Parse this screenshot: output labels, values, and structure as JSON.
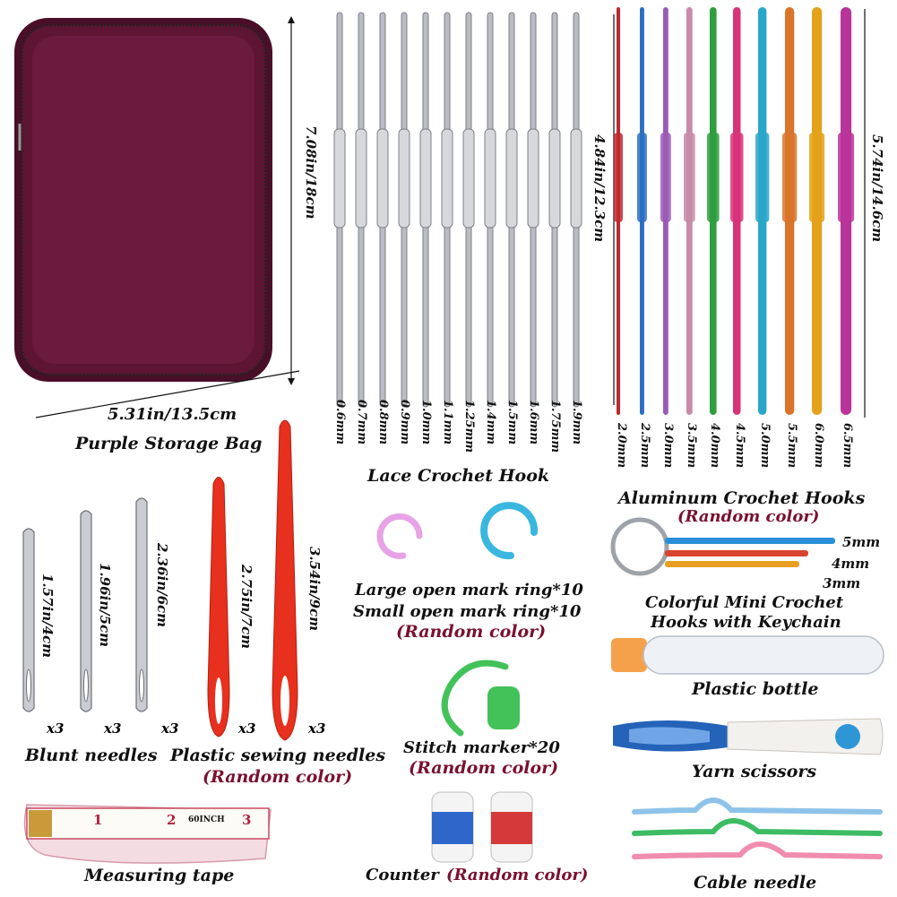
{
  "bag": {
    "height_label": "7.08in/18cm",
    "width_label": "5.31in/13.5cm",
    "name": "Purple Storage Bag",
    "color": "#5e1533"
  },
  "lace_hooks": {
    "height_label": "4.84in/12.3cm",
    "title": "Lace Crochet Hook",
    "sizes": [
      "0.6mm",
      "0.7mm",
      "0.8mm",
      "0.9mm",
      "1.0mm",
      "1.1mm",
      "1.25mm",
      "1.4mm",
      "1.5mm",
      "1.6mm",
      "1.75mm",
      "1.9mm"
    ]
  },
  "aluminum_hooks": {
    "height_label": "5.74in/14.6cm",
    "title": "Aluminum Crochet Hooks",
    "note": "(Random color)",
    "sizes": [
      "2.0mm",
      "2.5mm",
      "3.0mm",
      "3.5mm",
      "4.0mm",
      "4.5mm",
      "5.0mm",
      "5.5mm",
      "6.0mm",
      "6.5mm"
    ],
    "colors": [
      "#c0282f",
      "#2a6fc4",
      "#9a5bb5",
      "#c88aa8",
      "#2f9e3e",
      "#d8327a",
      "#2aa6c8",
      "#d9742a",
      "#e3a21a",
      "#b8349a"
    ]
  },
  "blunt_needles": {
    "labels": [
      "1.57in/4cm",
      "1.96in/5cm",
      "2.36in/6cm"
    ],
    "qty": [
      "x3",
      "x3",
      "x3"
    ],
    "title": "Blunt needles"
  },
  "plastic_needles": {
    "labels": [
      "2.75in/7cm",
      "3.54in/9cm"
    ],
    "qty": [
      "x3",
      "x3"
    ],
    "title": "Plastic sewing needles",
    "note": "(Random color)"
  },
  "mark_rings": {
    "line1": "Large open mark ring*10",
    "line2": "Small open mark ring*10",
    "note": "(Random color)"
  },
  "mini_hooks": {
    "sizes": [
      "5mm",
      "4mm",
      "3mm"
    ],
    "line1": "Colorful Mini Crochet",
    "line2": "Hooks with Keychain"
  },
  "stitch_marker": {
    "title": "Stitch marker*20",
    "note": "(Random color)"
  },
  "bottle": {
    "title": "Plastic bottle"
  },
  "scissors": {
    "title": "Yarn scissors"
  },
  "tape": {
    "title": "Measuring tape",
    "unit": "60INCH",
    "marks": [
      "1",
      "2",
      "3"
    ]
  },
  "counter": {
    "title": "Counter",
    "note": "(Random color)"
  },
  "cable": {
    "title": "Cable needle"
  }
}
